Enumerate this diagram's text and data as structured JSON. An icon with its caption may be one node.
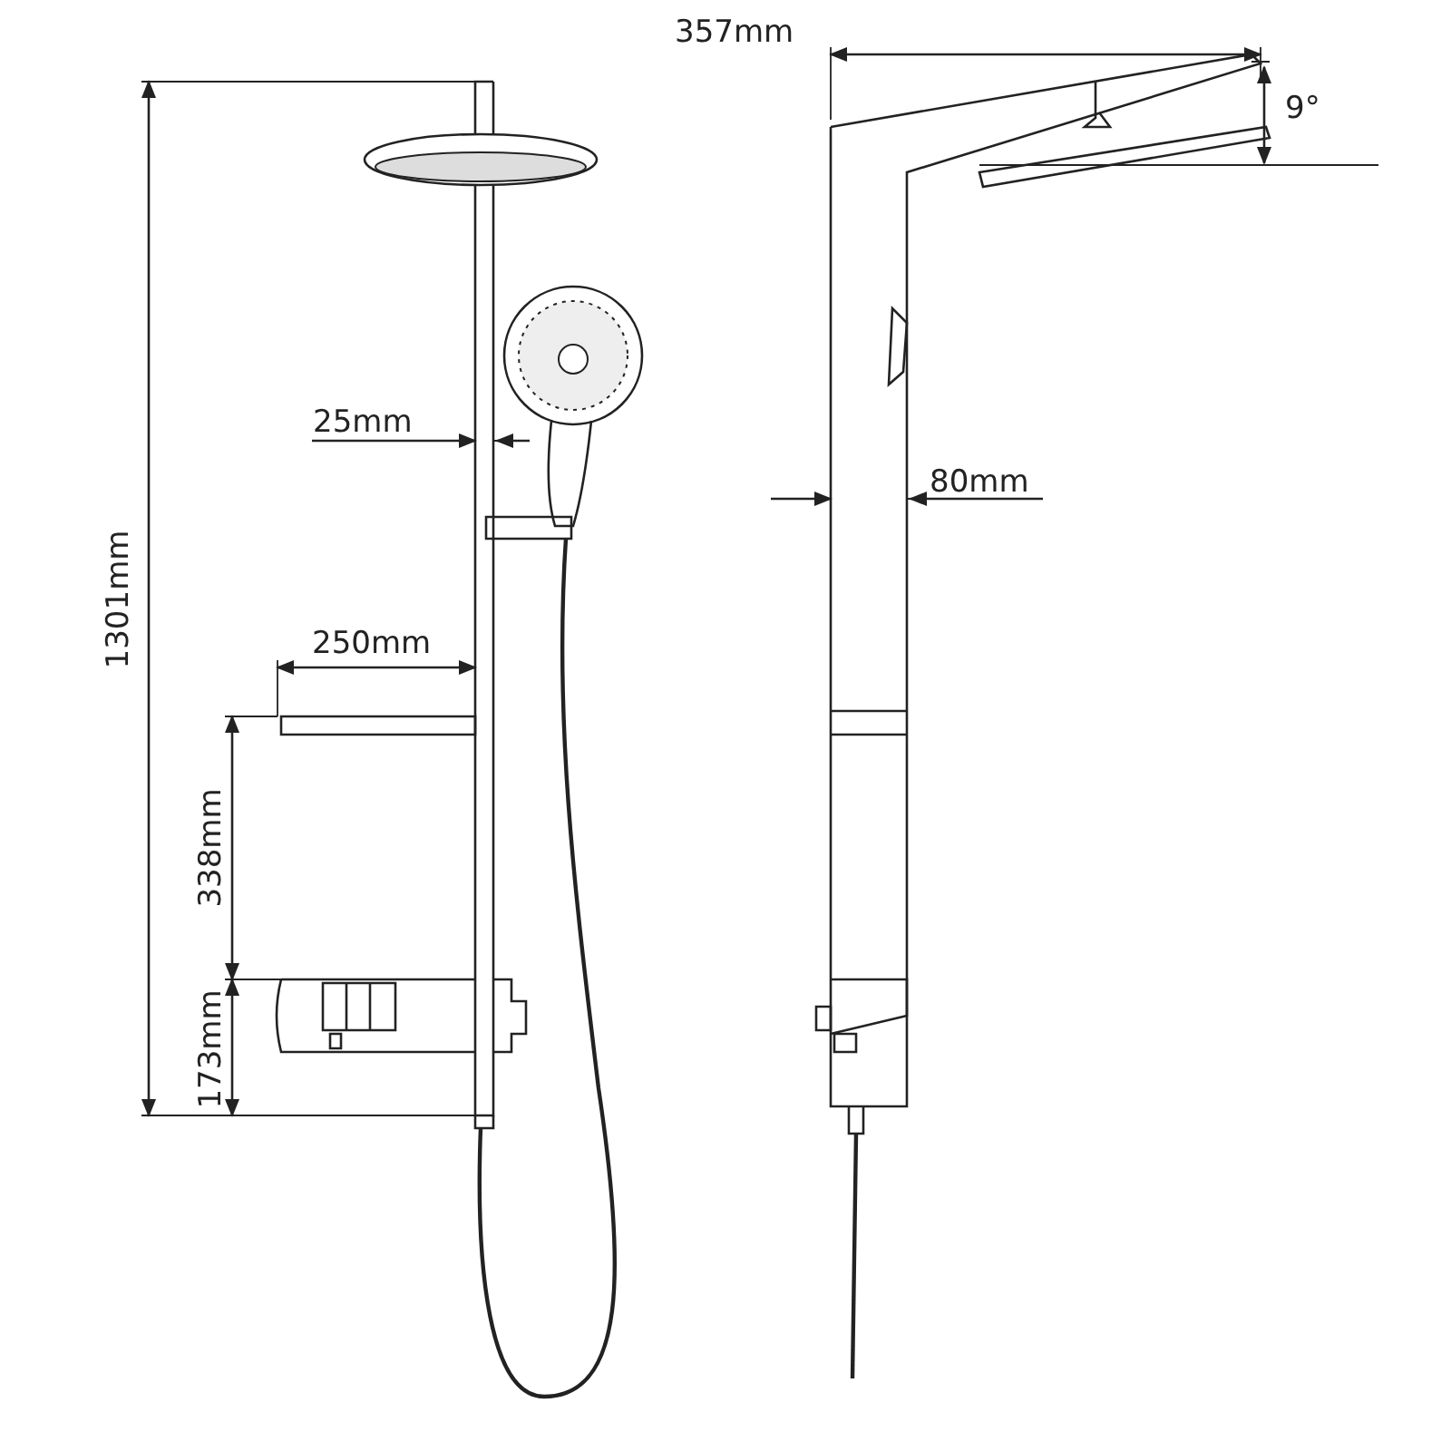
{
  "diagram": {
    "labels": [
      "357mm",
      "9°",
      "25mm",
      "80mm",
      "250mm",
      "1301mm",
      "338mm",
      "173mm"
    ]
  }
}
